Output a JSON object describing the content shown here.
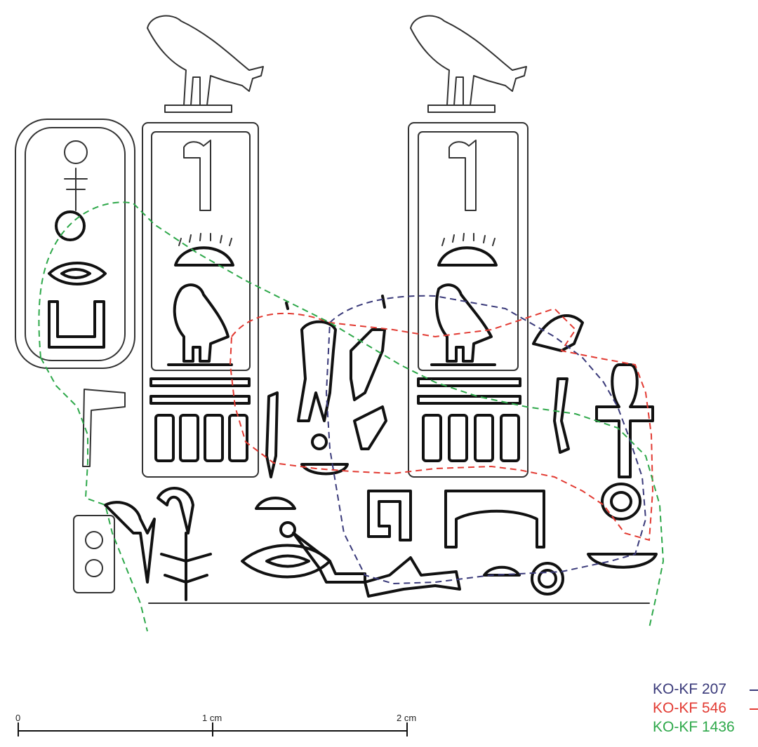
{
  "scale_bar": {
    "tick_labels": [
      "0",
      "1 cm",
      "2 cm"
    ]
  },
  "legend": {
    "items": [
      {
        "label": "KO-KF 207",
        "color": "#3a3a7a"
      },
      {
        "label": "KO-KF 546",
        "color": "#e23a32"
      },
      {
        "label": "KO-KF 1436",
        "color": "#2ea84a"
      }
    ]
  }
}
